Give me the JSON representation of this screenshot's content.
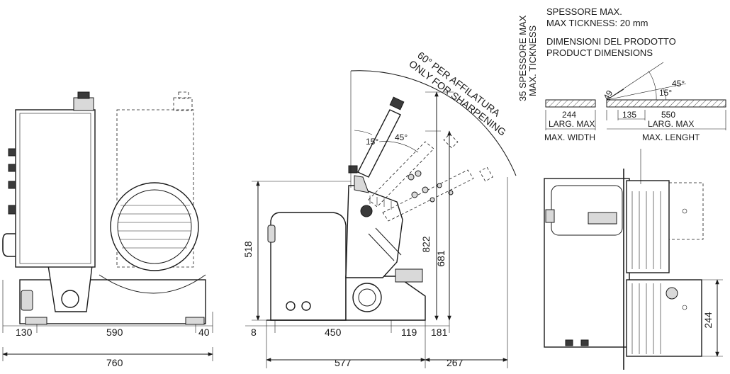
{
  "front_view": {
    "dims": {
      "left": "130",
      "middle": "590",
      "right": "40",
      "total": "760"
    }
  },
  "side_view": {
    "dims": {
      "base_left": "8",
      "base_main": "450",
      "base_right": "119",
      "over": "181",
      "total": "577",
      "extra": "267",
      "height": "518",
      "h822": "822",
      "h681": "681"
    },
    "angles": {
      "a15": "15°",
      "a45": "45°"
    },
    "sharpening_line1": "60° PER AFFILATURA",
    "sharpening_line2": "ONLY FOR SHARPENING"
  },
  "top_view": {
    "dim_right": "244"
  },
  "product_dims": {
    "vertical_line1": "35 SPESSORE MAX",
    "vertical_line2": "MAX. TICKNESS",
    "thickness_line1": "SPESSORE MAX.",
    "thickness_line2": "MAX TICKNESS: 20 mm",
    "title_line1": "DIMENSIONI DEL PRODOTTO",
    "title_line2": "PRODUCT DIMENSIONS",
    "width_value": "244",
    "width_label_it": "LARG. MAX",
    "width_label_en": "MAX. WIDTH",
    "length_value": "550",
    "length_label_it": "LARG. MAX",
    "length_label_en": "MAX. LENGHT",
    "small_a": "49",
    "small_b": "135",
    "ang15": "15°",
    "ang45": "45°"
  }
}
